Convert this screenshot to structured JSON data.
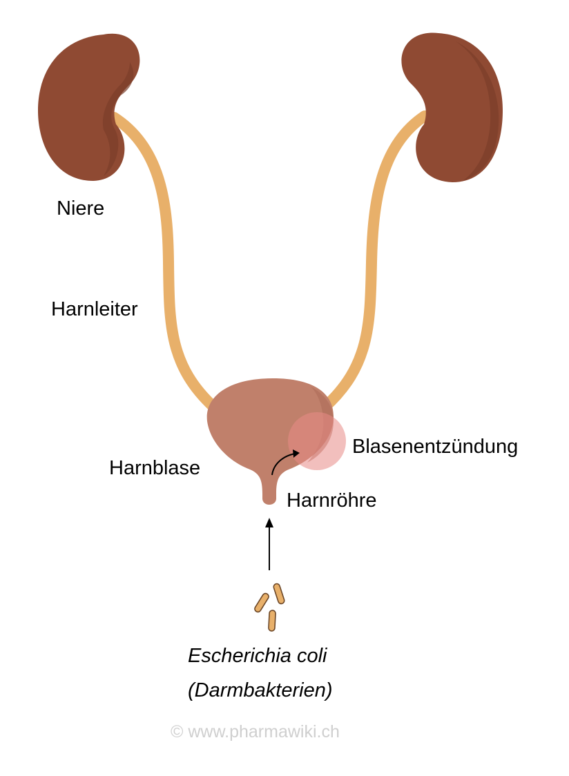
{
  "labels": {
    "kidney": "Niere",
    "ureter": "Harnleiter",
    "bladder": "Harnblase",
    "inflammation": "Blasenentzündung",
    "urethra": "Harnröhre",
    "bacteria_line1": "Escherichia coli",
    "bacteria_line2": "(Darmbakterien)"
  },
  "watermark": "© www.pharmawiki.ch",
  "colors": {
    "kidney": "#8f4a33",
    "kidney_shade": "#7a3d2a",
    "ureter": "#e8b06a",
    "bladder": "#c0806b",
    "bladder_shade": "#ad6c58",
    "inflammation": "#e78a86",
    "bacteria_fill": "#e8b06a",
    "bacteria_outline": "#6b4626",
    "arrow": "#000000",
    "watermark": "#cfcfcf"
  }
}
